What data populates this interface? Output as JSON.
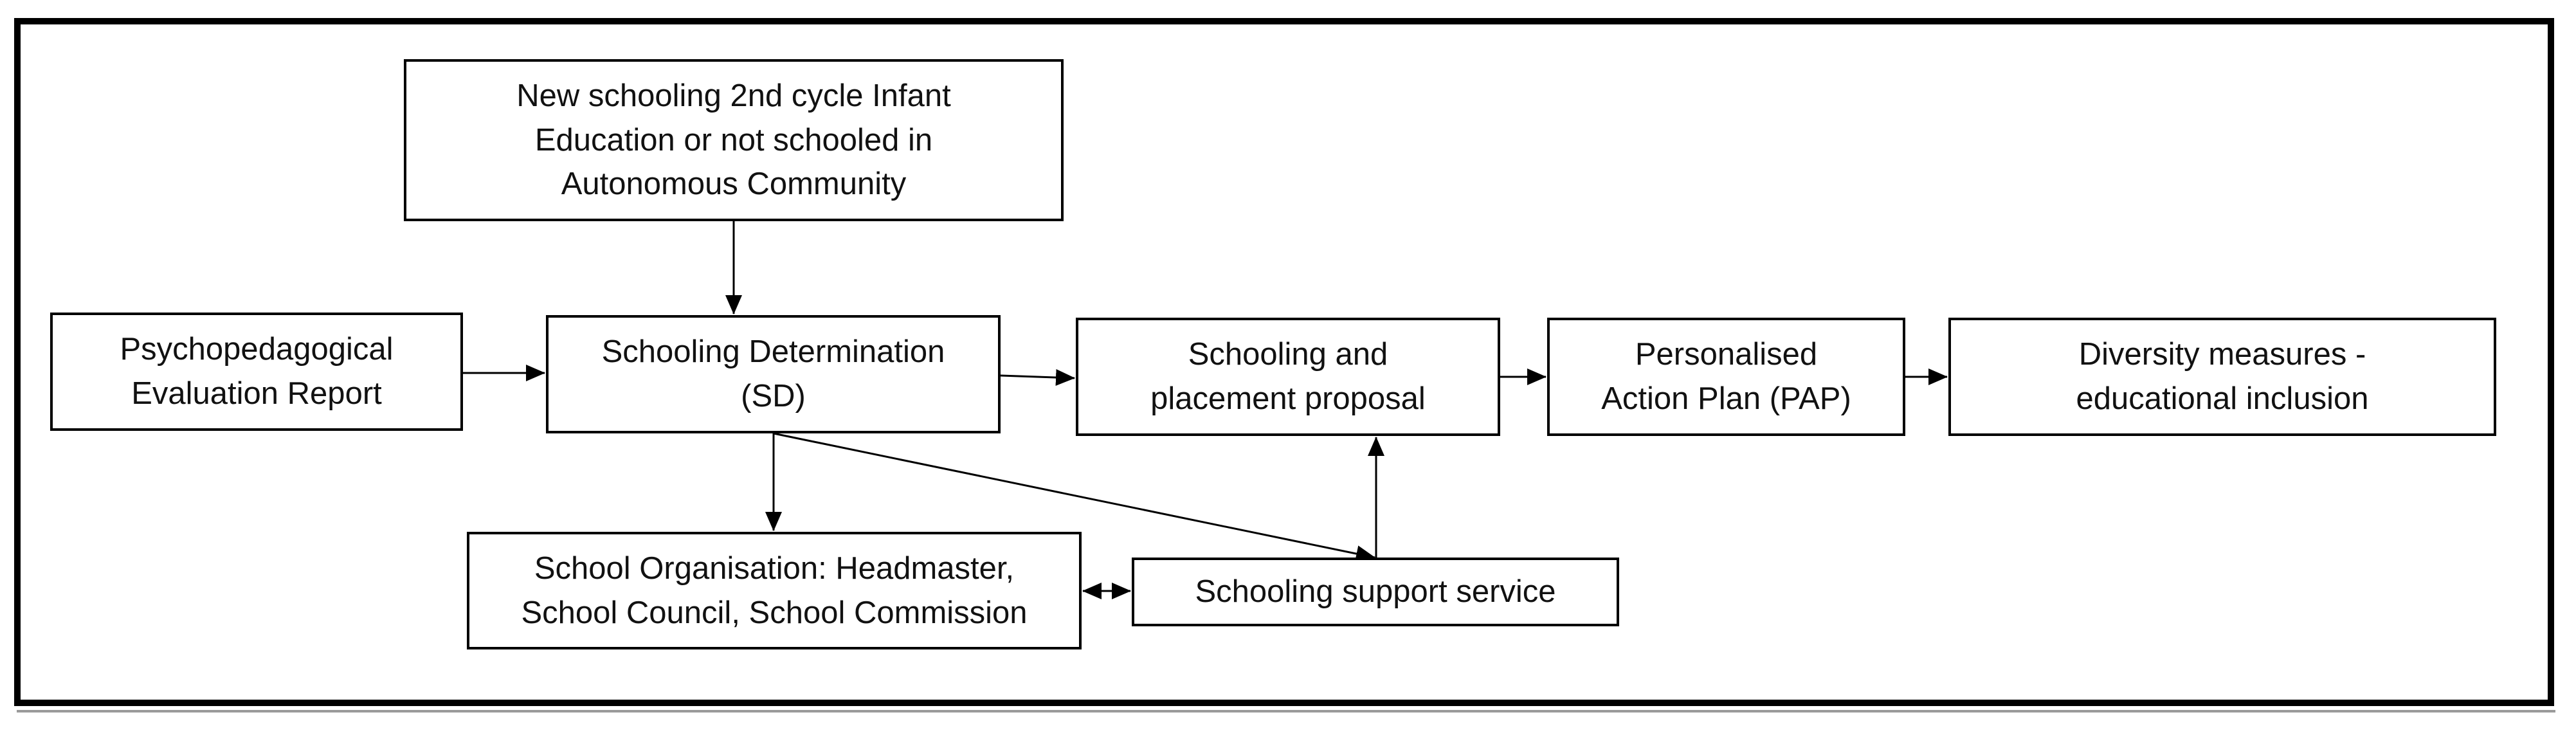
{
  "diagram": {
    "nodes": {
      "new_schooling": {
        "lines": [
          "New schooling 2nd cycle Infant",
          "Education or not schooled in",
          "Autonomous Community"
        ]
      },
      "psychopedagogical": {
        "lines": [
          "Psychopedagogical",
          "Evaluation Report"
        ]
      },
      "schooling_determination": {
        "lines": [
          "Schooling Determination",
          "(SD)"
        ]
      },
      "placement_proposal": {
        "lines": [
          "Schooling and",
          "placement proposal"
        ]
      },
      "pap": {
        "lines": [
          "Personalised",
          "Action Plan (PAP)"
        ]
      },
      "diversity": {
        "lines": [
          "Diversity measures -",
          "educational inclusion"
        ]
      },
      "school_organisation": {
        "lines": [
          "School Organisation: Headmaster,",
          "School Council, School Commission"
        ]
      },
      "support_service": {
        "lines": [
          "Schooling support service"
        ]
      }
    },
    "edges": [
      {
        "from": "new_schooling",
        "to": "schooling_determination",
        "direction": "forward"
      },
      {
        "from": "psychopedagogical",
        "to": "schooling_determination",
        "direction": "forward"
      },
      {
        "from": "schooling_determination",
        "to": "placement_proposal",
        "direction": "forward"
      },
      {
        "from": "placement_proposal",
        "to": "pap",
        "direction": "forward"
      },
      {
        "from": "pap",
        "to": "diversity",
        "direction": "forward"
      },
      {
        "from": "schooling_determination",
        "to": "school_organisation",
        "direction": "forward"
      },
      {
        "from": "schooling_determination",
        "to": "support_service",
        "direction": "forward"
      },
      {
        "from": "support_service",
        "to": "placement_proposal",
        "direction": "forward"
      },
      {
        "from": "school_organisation",
        "to": "support_service",
        "direction": "both"
      }
    ]
  }
}
